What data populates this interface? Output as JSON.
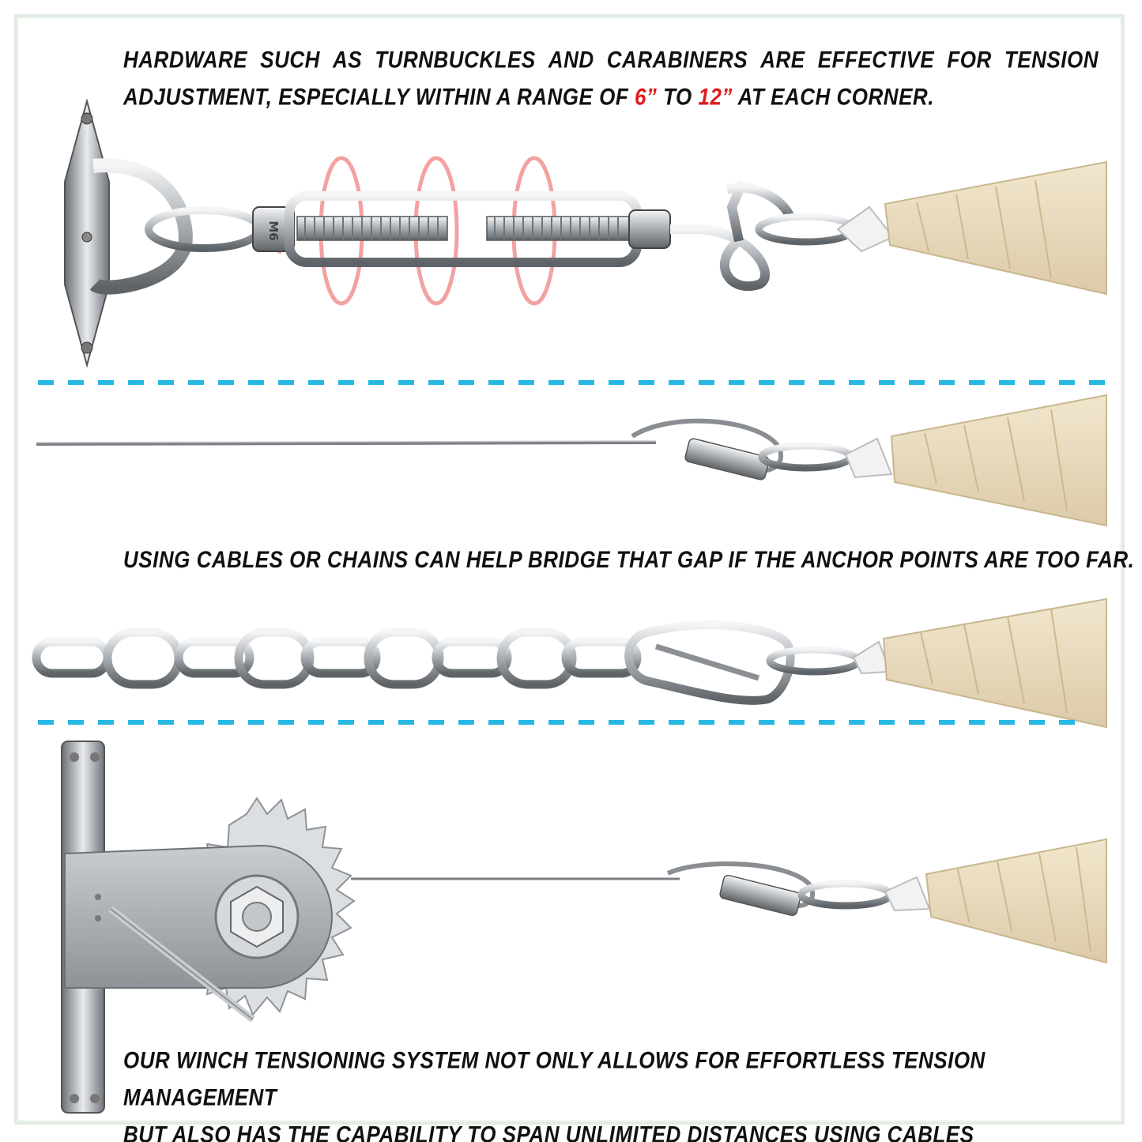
{
  "captions": {
    "top": {
      "line1_words": [
        "HARDWARE",
        "SUCH",
        "AS",
        "TURNBUCKLES",
        "AND",
        "CARABINERS",
        "ARE",
        "EFFECTIVE",
        "FOR",
        "TENSION"
      ],
      "line2_before": "ADJUSTMENT, ESPECIALLY WITHIN A RANGE OF ",
      "range_min": "6”",
      "line2_middle": " TO ",
      "range_max": "12”",
      "line2_after": " AT EACH CORNER."
    },
    "middle": "USING CABLES OR CHAINS CAN HELP BRIDGE THAT GAP IF THE ANCHOR POINTS ARE TOO FAR.",
    "bottom_line1": "OUR WINCH TENSIONING SYSTEM NOT ONLY ALLOWS FOR EFFORTLESS TENSION MANAGEMENT",
    "bottom_line2": "BUT ALSO HAS THE CAPABILITY TO SPAN UNLIMITED DISTANCES USING CABLES"
  },
  "turnbuckle_marking": "M6",
  "colors": {
    "highlight": "#e01b1b",
    "divider": "#27b7e3",
    "shade_fabric": "#eadcbf",
    "steel": "#b9bdc2",
    "rotation_arrows": "#f08a8a"
  },
  "icons": {
    "turnbuckle": "turnbuckle-icon",
    "rotation": "rotation-arrow-icon",
    "cable": "wire-cable-icon",
    "chain": "chain-icon",
    "carabiner": "carabiner-icon",
    "winch": "ratchet-winch-icon",
    "shade_sail": "shade-sail-corner-icon"
  }
}
